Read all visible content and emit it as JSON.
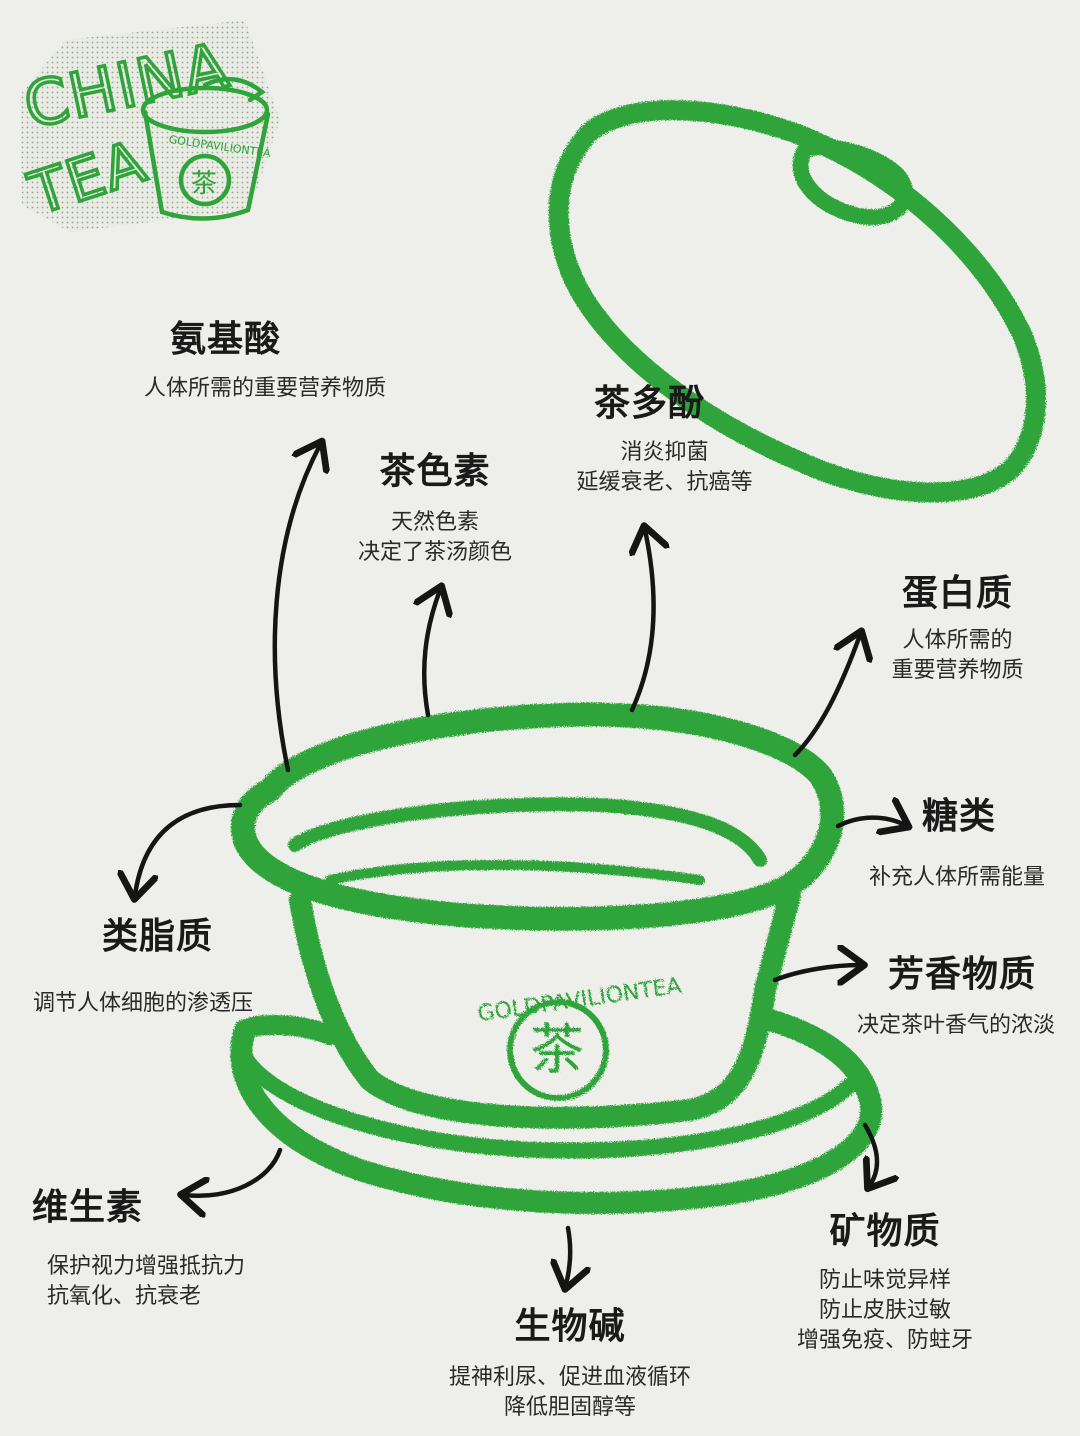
{
  "logo": {
    "text_line1": "CHINA",
    "text_line2": "TEA",
    "cup_brand": "GOLDPAVILIONTEA",
    "cup_char": "茶"
  },
  "brand": {
    "cup_text": "GOLDPAVILIONTEA",
    "cup_char": "茶",
    "green": "#2fa43a",
    "dark_green": "#237d2c"
  },
  "components": [
    {
      "id": "amino-acid",
      "title": "氨基酸",
      "lines": [
        "人体所需的重要营养物质"
      ]
    },
    {
      "id": "theaflavin",
      "title": "茶色素",
      "lines": [
        "天然色素",
        "决定了茶汤颜色"
      ]
    },
    {
      "id": "tea-polyphenol",
      "title": "茶多酚",
      "lines": [
        "消炎抑菌",
        "延缓衰老、抗癌等"
      ]
    },
    {
      "id": "protein",
      "title": "蛋白质",
      "lines": [
        "人体所需的",
        "重要营养物质"
      ]
    },
    {
      "id": "sugar",
      "title": "糖类",
      "lines": [
        "补充人体所需能量"
      ]
    },
    {
      "id": "lipid",
      "title": "类脂质",
      "lines": [
        "调节人体细胞的渗透压"
      ]
    },
    {
      "id": "aroma",
      "title": "芳香物质",
      "lines": [
        "决定茶叶香气的浓淡"
      ]
    },
    {
      "id": "vitamin",
      "title": "维生素",
      "lines": [
        "保护视力增强抵抗力",
        "抗氧化、抗衰老"
      ]
    },
    {
      "id": "mineral",
      "title": "矿物质",
      "lines": [
        "防止味觉异样",
        "防止皮肤过敏",
        "增强免疫、防蛀牙"
      ]
    },
    {
      "id": "alkaloid",
      "title": "生物碱",
      "lines": [
        "提神利尿、促进血液循环",
        "降低胆固醇等"
      ]
    }
  ]
}
